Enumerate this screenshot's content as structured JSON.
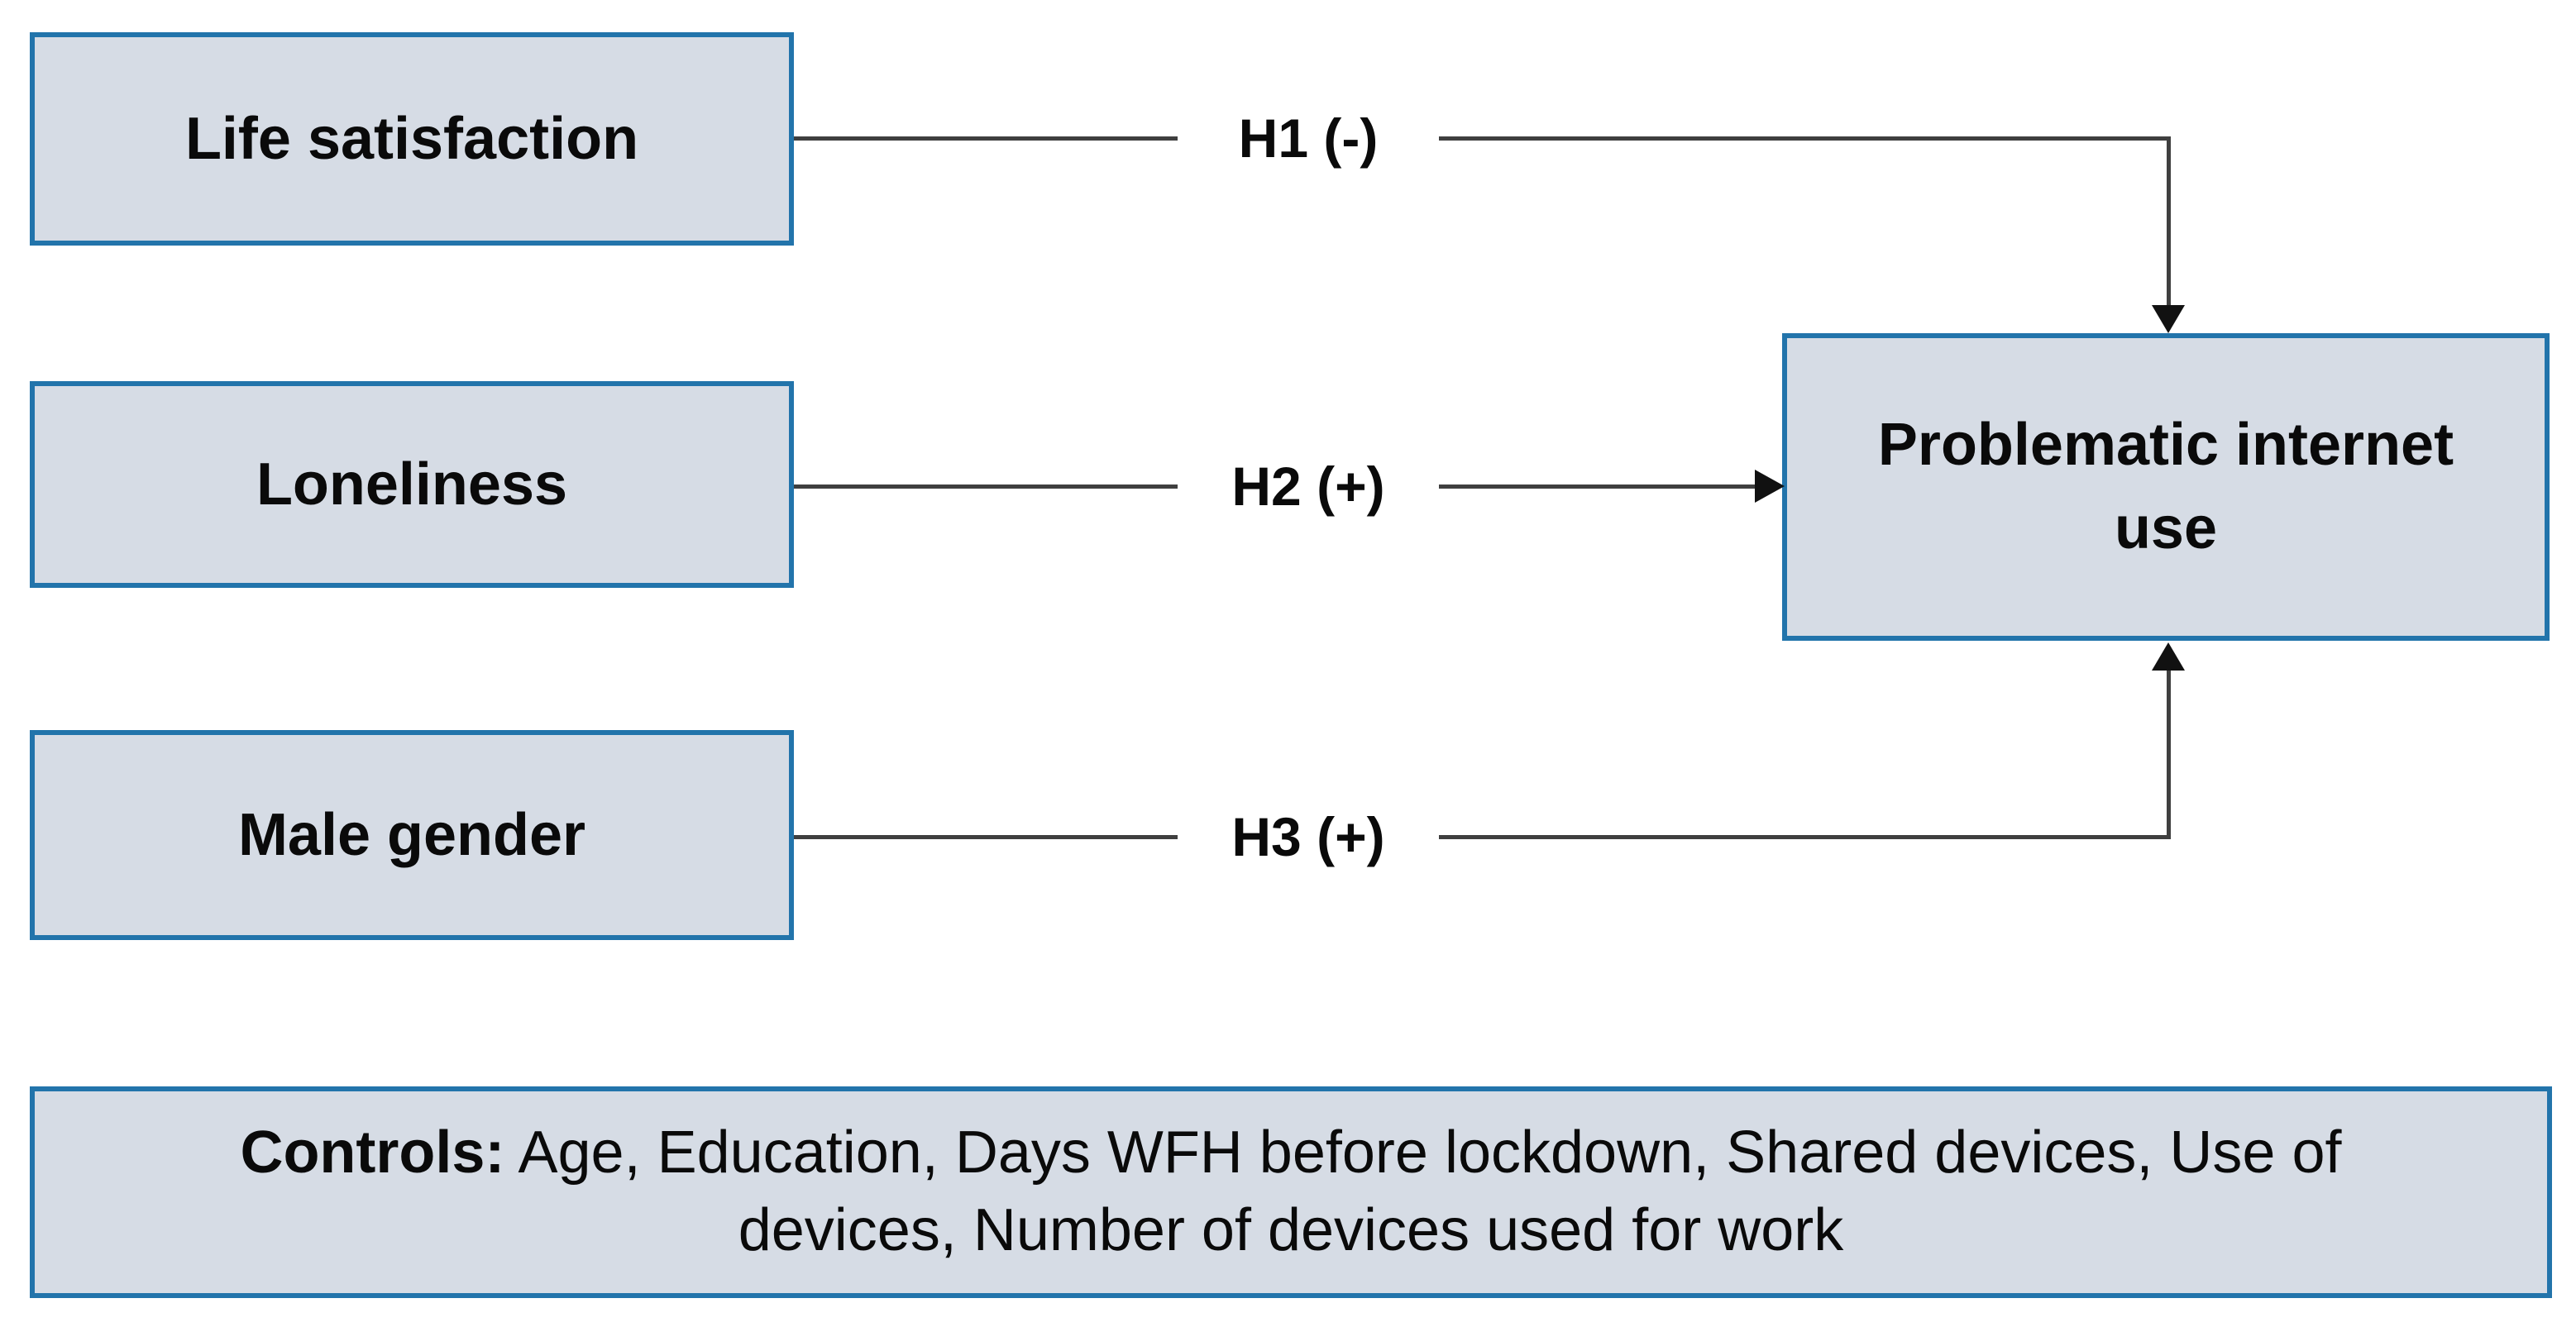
{
  "diagram": {
    "colors": {
      "box_fill": "#d6dce5",
      "box_border": "#2274ab",
      "connector_line": "#3f3f3f",
      "arrowhead": "#111111",
      "text": "#0a0a0a",
      "background": "#ffffff"
    },
    "predictors": [
      {
        "label": "Life satisfaction",
        "hypothesis": "H1 (-)"
      },
      {
        "label": "Loneliness",
        "hypothesis": "H2 (+)"
      },
      {
        "label": "Male gender",
        "hypothesis": "H3 (+)"
      }
    ],
    "outcome": {
      "label": "Problematic internet use"
    },
    "controls": {
      "prefix": "Controls:",
      "text": " Age, Education, Days WFH before lockdown, Shared devices, Use of devices, Number of devices used for work"
    }
  }
}
